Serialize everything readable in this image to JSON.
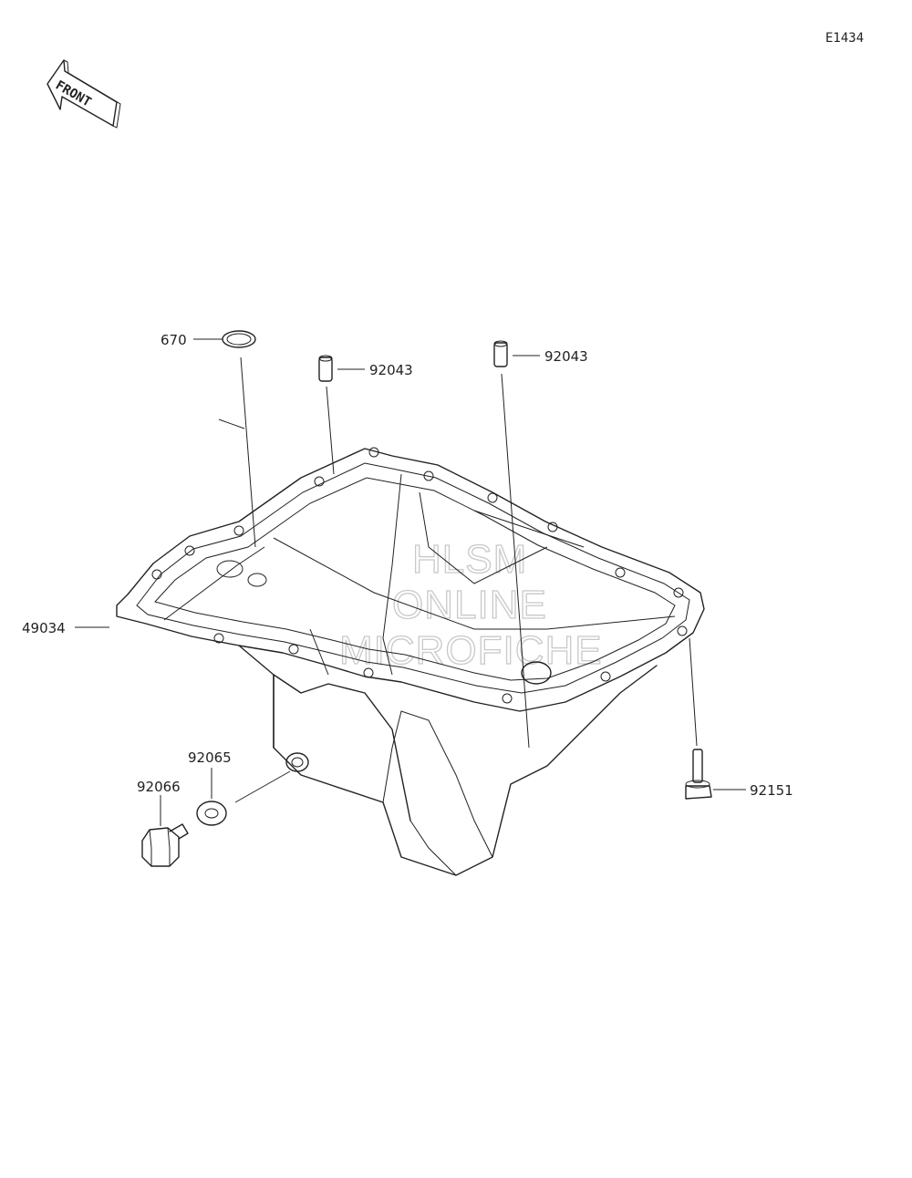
{
  "diagram_code": "E1434",
  "front_label": "FRONT",
  "watermark": [
    "HLSM",
    "ONLINE",
    "MICROFICHE"
  ],
  "parts": [
    {
      "id": "p670",
      "number": "670"
    },
    {
      "id": "p92043a",
      "number": "92043"
    },
    {
      "id": "p92043b",
      "number": "92043"
    },
    {
      "id": "p49034",
      "number": "49034"
    },
    {
      "id": "p92065",
      "number": "92065"
    },
    {
      "id": "p92066",
      "number": "92066"
    },
    {
      "id": "p92151",
      "number": "92151"
    }
  ]
}
